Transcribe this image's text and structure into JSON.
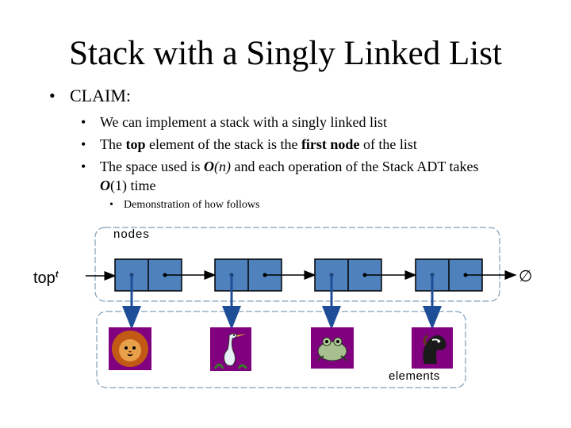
{
  "slide": {
    "title": "Stack with a Singly Linked List",
    "claim": "CLAIM:",
    "bullets": {
      "b1": "We can implement a stack with a singly linked list",
      "b2_pre": "The ",
      "b2_top": "top",
      "b2_mid": " element of the stack is the ",
      "b2_first": "first node",
      "b2_post": " of the list",
      "b3_pre": "The space used is ",
      "b3_on": "O",
      "b3_on_arg": "(n)",
      "b3_mid": " and each operation of the Stack ADT takes",
      "b3_o1": "O",
      "b3_o1_arg": "(1)",
      "b3_post": " time"
    },
    "sub_bullet": "Demonstration of how follows"
  },
  "diagram": {
    "nodes_label": "nodes",
    "top_label": "top",
    "top_superscript": "t",
    "elements_label": "elements",
    "null_symbol": "∅",
    "node_color": "#4f81bd",
    "node_border": "#000000",
    "element_images": [
      "lion-icon",
      "heron-icon",
      "frog-icon",
      "horse-icon"
    ],
    "image_bg": "#800080"
  }
}
